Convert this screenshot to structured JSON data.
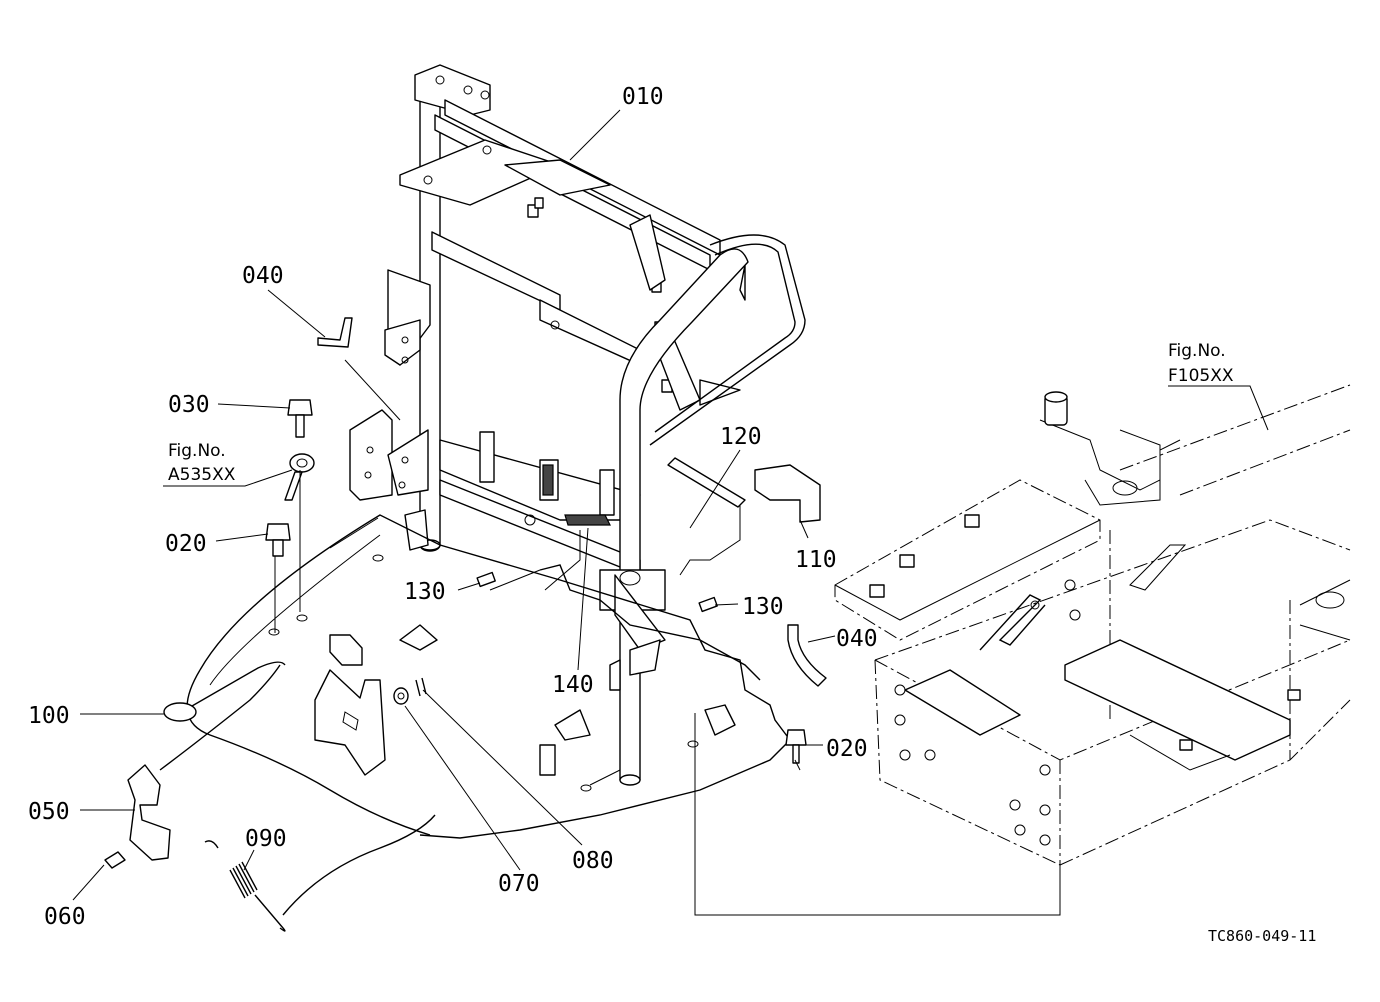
{
  "diagram": {
    "part_labels": [
      "010",
      "040",
      "030",
      "020",
      "120",
      "110",
      "130",
      "130",
      "040",
      "140",
      "100",
      "050",
      "090",
      "060",
      "070",
      "080",
      "020"
    ],
    "figure_refs": [
      {
        "line1": "Fig.No.",
        "line2": "A535XX"
      },
      {
        "line1": "Fig.No.",
        "line2": "F105XX"
      }
    ],
    "drawing_code": "TC860-049-11"
  }
}
